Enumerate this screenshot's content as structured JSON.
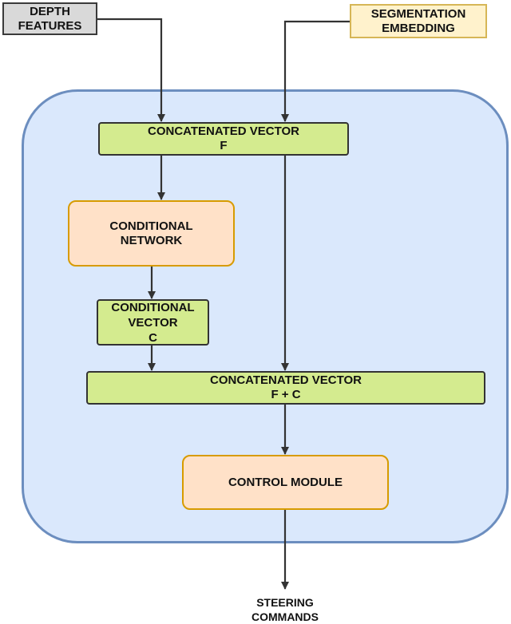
{
  "nodes": {
    "depth_features": {
      "line1": "DEPTH",
      "line2": "FEATURES"
    },
    "segmentation_embedding": {
      "line1": "SEGMENTATION",
      "line2": "EMBEDDING"
    },
    "concat_vector_f": {
      "line1": "CONCATENATED VECTOR",
      "line2": "F"
    },
    "conditional_network": {
      "line1": "CONDITIONAL",
      "line2": "NETWORK"
    },
    "conditional_vector": {
      "line1": "CONDITIONAL",
      "line2": "VECTOR",
      "line3": "C"
    },
    "concat_vector_fc": {
      "line1": "CONCATENATED VECTOR",
      "line2": "F + C"
    },
    "control_module": {
      "line1": "CONTROL MODULE"
    },
    "steering_commands": {
      "line1": "STEERING",
      "line2": "COMMANDS"
    }
  },
  "colors": {
    "container_fill": "#dae8fc",
    "container_stroke": "#6c8ebf",
    "green_fill": "#d4eb8f",
    "orange_fill": "#ffe1c8",
    "orange_stroke": "#d79b00",
    "yellow_fill": "#fff2cc",
    "gray_fill": "#d9d9d9",
    "arrow": "#333333"
  }
}
